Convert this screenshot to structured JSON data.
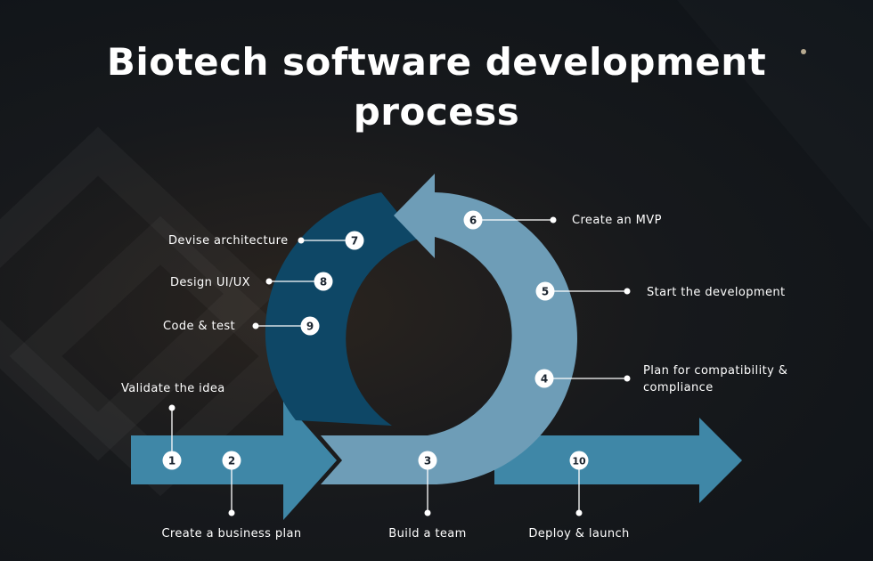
{
  "title_line1": "Biotech software development",
  "title_line2": "process",
  "colors": {
    "dark_arrow": "#0e4766",
    "light_arrow": "#6e9db7",
    "bar": "#3f87a7",
    "badge": "#ffffff"
  },
  "steps": [
    {
      "num": "1",
      "label": "Validate the idea"
    },
    {
      "num": "2",
      "label": "Create a business plan"
    },
    {
      "num": "3",
      "label": "Build a team"
    },
    {
      "num": "4",
      "label": "Plan for compatibility &",
      "label2": "compliance"
    },
    {
      "num": "5",
      "label": "Start the development"
    },
    {
      "num": "6",
      "label": "Create an MVP"
    },
    {
      "num": "7",
      "label": "Devise architecture"
    },
    {
      "num": "8",
      "label": "Design UI/UX"
    },
    {
      "num": "9",
      "label": "Code & test"
    },
    {
      "num": "10",
      "label": "Deploy & launch"
    }
  ]
}
